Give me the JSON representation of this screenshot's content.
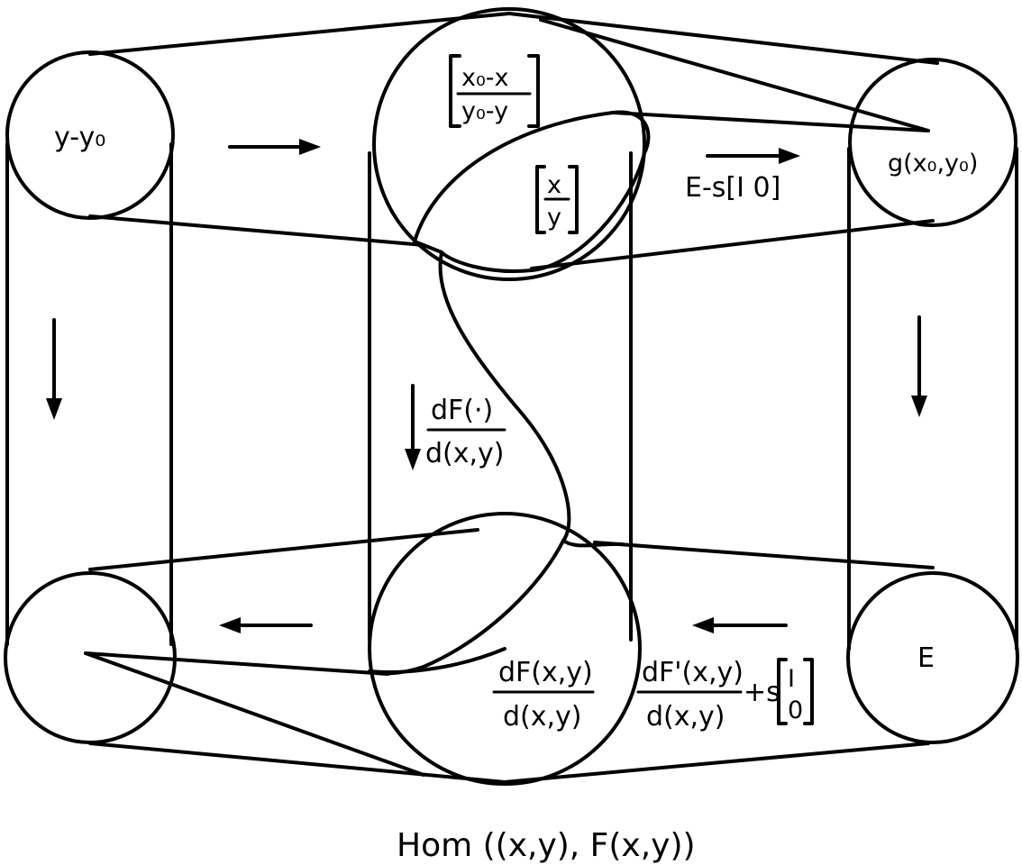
{
  "diagram": {
    "labels": {
      "top_left": "y-y₀",
      "top_center_num": "x₀-x",
      "top_center_den": "y₀-y",
      "inner_x": "x",
      "inner_y": "y",
      "top_right": "g(x₀,y₀)",
      "top_arrow_right": "E-s[I 0]",
      "middle_frac_num": "dF(·)",
      "middle_frac_den": "d(x,y)",
      "bottom_center_num": "dF(x,y)",
      "bottom_center_den": "d(x,y)",
      "bottom_arrow_num": "dF'(x,y)",
      "bottom_arrow_den": "d(x,y)",
      "bottom_arrow_plus": "+s",
      "matrix_I": "I",
      "matrix_0": "0",
      "bottom_right": "E",
      "caption": "Hom ((x,y), F(x,y))"
    }
  }
}
